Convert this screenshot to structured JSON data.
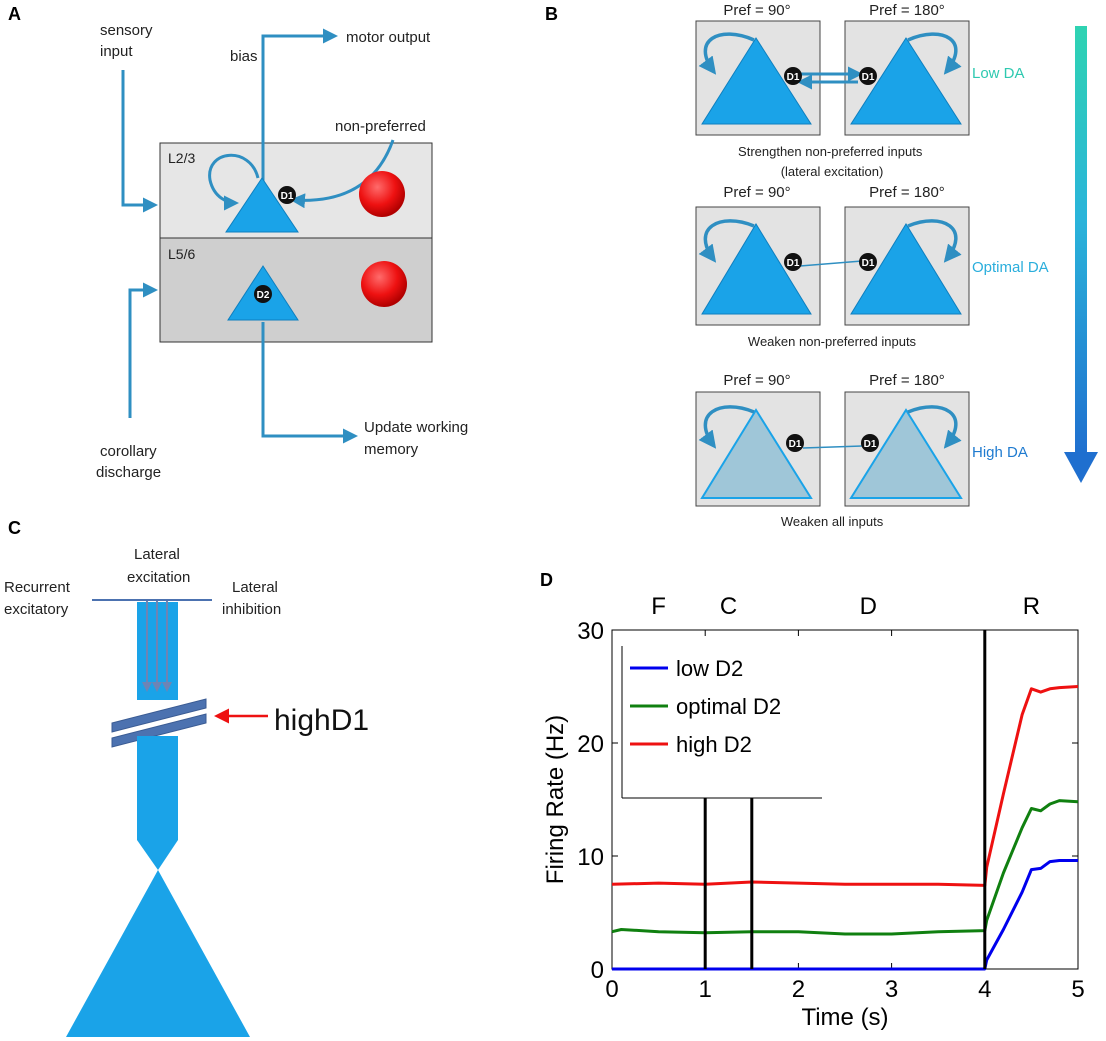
{
  "panels": {
    "A": {
      "label": "A",
      "sensory_input": [
        "sensory",
        "input"
      ],
      "bias": "bias",
      "motor_output": "motor output",
      "non_preferred": "non-preferred",
      "layer_top": "L2/3",
      "layer_bottom": "L5/6",
      "d1": "D1",
      "d2": "D2",
      "corollary": [
        "corollary",
        "discharge"
      ],
      "update_wm": [
        "Update working",
        "memory"
      ]
    },
    "B": {
      "label": "B",
      "pref_left": "Pref = 90°",
      "pref_right": "Pref = 180°",
      "d1": "D1",
      "rows": [
        {
          "da_label": "Low DA",
          "da_color": "#2ec9b0",
          "caption": [
            "Strengthen non-preferred inputs",
            "(lateral excitation)"
          ]
        },
        {
          "da_label": "Optimal DA",
          "da_color": "#2aaedc",
          "caption": [
            "Weaken non-preferred inputs"
          ]
        },
        {
          "da_label": "High DA",
          "da_color": "#1f7bd0",
          "caption": [
            "Weaken all inputs"
          ]
        }
      ]
    },
    "C": {
      "label": "C",
      "recurrent": [
        "Recurrent",
        "excitatory"
      ],
      "lateral_exc": [
        "Lateral",
        "excitation"
      ],
      "lateral_inh": [
        "Lateral",
        "inhibition"
      ],
      "high_d1": "highD1"
    },
    "D": {
      "label": "D",
      "epochs": [
        "F",
        "C",
        "D",
        "R"
      ]
    }
  },
  "colors": {
    "neuron": "#1aa3e8",
    "neuron_faded": "#9fc6d8",
    "arrow": "#2f8fc2",
    "red_dot": "#ee1111",
    "layer_top_bg": "#e6e6e6",
    "layer_bottom_bg": "#cfcfcf"
  },
  "chart_data": {
    "type": "line",
    "title": "",
    "xlabel": "Time (s)",
    "ylabel": "Firing Rate (Hz)",
    "xlim": [
      0,
      5
    ],
    "ylim": [
      0,
      30
    ],
    "xticks": [
      0,
      1,
      2,
      3,
      4,
      5
    ],
    "yticks": [
      0,
      10,
      20,
      30
    ],
    "legend_position": "top-left",
    "vertical_lines_x": [
      1,
      1.5,
      4
    ],
    "series": [
      {
        "name": "low D2",
        "color": "#0000ee",
        "x": [
          0,
          1,
          2,
          3,
          4,
          4.02,
          4.2,
          4.4,
          4.5,
          4.6,
          4.7,
          4.8,
          5
        ],
        "y": [
          0,
          0,
          0,
          0,
          0,
          0.8,
          3.5,
          6.8,
          8.8,
          8.9,
          9.5,
          9.6,
          9.6
        ]
      },
      {
        "name": "optimal D2",
        "color": "#108010",
        "x": [
          0,
          0.1,
          0.5,
          1,
          1.5,
          2,
          2.5,
          3,
          3.5,
          4,
          4.02,
          4.2,
          4.4,
          4.5,
          4.6,
          4.7,
          4.8,
          5
        ],
        "y": [
          3.3,
          3.5,
          3.3,
          3.2,
          3.3,
          3.3,
          3.1,
          3.1,
          3.3,
          3.4,
          4.3,
          8.5,
          12.5,
          14.2,
          14.0,
          14.6,
          14.9,
          14.8
        ]
      },
      {
        "name": "high D2",
        "color": "#ee1111",
        "x": [
          0,
          0.5,
          1,
          1.5,
          2,
          2.5,
          3,
          3.5,
          4,
          4.02,
          4.2,
          4.4,
          4.5,
          4.6,
          4.7,
          4.8,
          5
        ],
        "y": [
          7.5,
          7.6,
          7.5,
          7.7,
          7.6,
          7.5,
          7.5,
          7.5,
          7.4,
          9.0,
          15.5,
          22.5,
          24.8,
          24.5,
          24.8,
          24.9,
          25.0
        ]
      }
    ]
  }
}
